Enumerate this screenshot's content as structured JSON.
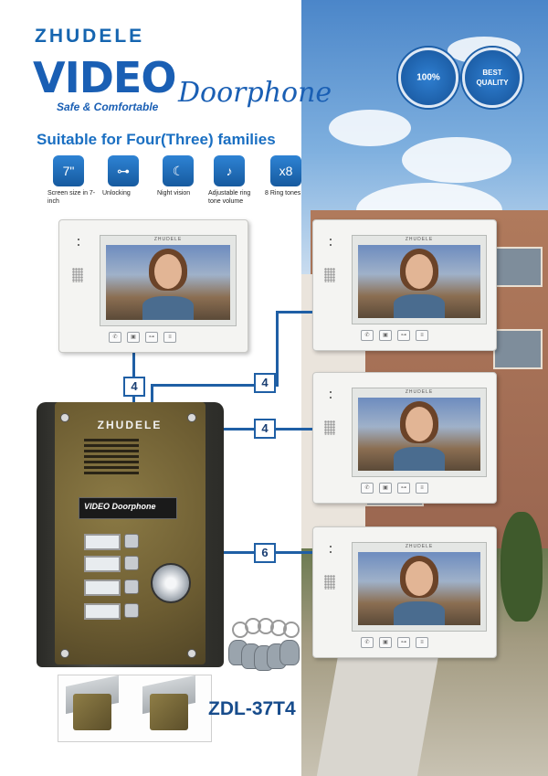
{
  "brand": "ZHUDELE",
  "logo": {
    "video": "VIDEO",
    "doorphone": "Doorphone",
    "tagline": "Safe & Comfortable"
  },
  "headline": "Suitable for Four(Three)  families",
  "seals": [
    {
      "text": "100%"
    },
    {
      "text": "BEST QUALITY"
    }
  ],
  "features": [
    {
      "icon": "screen-size-icon",
      "glyph": "7\"",
      "label": "Screen size in 7-inch"
    },
    {
      "icon": "unlock-icon",
      "glyph": "⊶",
      "label": "Unlocking"
    },
    {
      "icon": "night-vision-icon",
      "glyph": "☾",
      "label": "Night vision"
    },
    {
      "icon": "ring-volume-icon",
      "glyph": "♪",
      "label": "Adjustable ring tone volume"
    },
    {
      "icon": "ring-tones-icon",
      "glyph": "x8",
      "label": "8 Ring tones"
    }
  ],
  "monitor_brand": "ZHUDELE",
  "wires": [
    "4",
    "4",
    "4",
    "6"
  ],
  "panel": {
    "brand": "ZHUDELE",
    "label": "VIDEO Doorphone"
  },
  "model": "ZDL-37T4",
  "colors": {
    "accent": "#1a5fb4",
    "wire": "#1f5fa5",
    "panel": "#6d5d32"
  }
}
